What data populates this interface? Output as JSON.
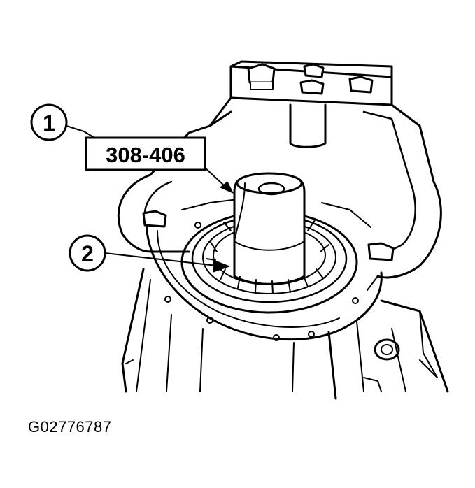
{
  "callouts": {
    "one": "1",
    "two": "2"
  },
  "tool_label": "308-406",
  "figure_id": "G02776787",
  "colors": {
    "ink": "#000000",
    "paper": "#ffffff"
  }
}
